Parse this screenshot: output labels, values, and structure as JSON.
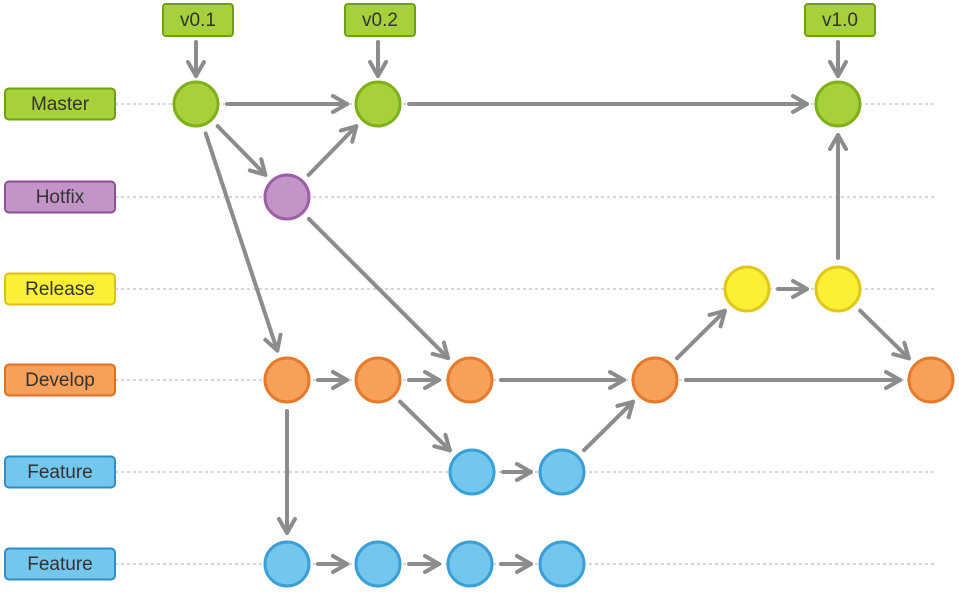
{
  "colors": {
    "master": {
      "fill": "#a6d13a",
      "stroke": "#7fb01a",
      "label_fill": "#a6d13a",
      "label_stroke": "#6fa010"
    },
    "hotfix": {
      "fill": "#c394c7",
      "stroke": "#9e5ea6",
      "label_fill": "#c394c7",
      "label_stroke": "#8e4e96"
    },
    "release": {
      "fill": "#fbf035",
      "stroke": "#e0c81a",
      "label_fill": "#fbf035",
      "label_stroke": "#d9c21a"
    },
    "develop": {
      "fill": "#f7a05a",
      "stroke": "#e57a2a",
      "label_fill": "#f7a05a",
      "label_stroke": "#e07020"
    },
    "feature": {
      "fill": "#73c6ec",
      "stroke": "#3a9fd6",
      "label_fill": "#73c6ec",
      "label_stroke": "#2e8ec8"
    },
    "arrow": "#8c8c8c",
    "lane": "#bdbdbd"
  },
  "branches": [
    {
      "id": "master",
      "label": "Master",
      "color": "master"
    },
    {
      "id": "hotfix",
      "label": "Hotfix",
      "color": "hotfix"
    },
    {
      "id": "release",
      "label": "Release",
      "color": "release"
    },
    {
      "id": "develop",
      "label": "Develop",
      "color": "develop"
    },
    {
      "id": "feature1",
      "label": "Feature",
      "color": "feature"
    },
    {
      "id": "feature2",
      "label": "Feature",
      "color": "feature"
    }
  ],
  "tags": [
    {
      "label": "v0.1",
      "commit": "m1"
    },
    {
      "label": "v0.2",
      "commit": "m2"
    },
    {
      "label": "v1.0",
      "commit": "m3"
    }
  ],
  "commits": [
    {
      "id": "m1",
      "branch": "master"
    },
    {
      "id": "m2",
      "branch": "master"
    },
    {
      "id": "m3",
      "branch": "master"
    },
    {
      "id": "h1",
      "branch": "hotfix"
    },
    {
      "id": "r1",
      "branch": "release"
    },
    {
      "id": "r2",
      "branch": "release"
    },
    {
      "id": "d1",
      "branch": "develop"
    },
    {
      "id": "d2",
      "branch": "develop"
    },
    {
      "id": "d3",
      "branch": "develop"
    },
    {
      "id": "d4",
      "branch": "develop"
    },
    {
      "id": "d5",
      "branch": "develop"
    },
    {
      "id": "fa1",
      "branch": "feature1"
    },
    {
      "id": "fa2",
      "branch": "feature1"
    },
    {
      "id": "fb1",
      "branch": "feature2"
    },
    {
      "id": "fb2",
      "branch": "feature2"
    },
    {
      "id": "fb3",
      "branch": "feature2"
    },
    {
      "id": "fb4",
      "branch": "feature2"
    }
  ],
  "edges": [
    [
      "m1",
      "m2"
    ],
    [
      "m2",
      "m3"
    ],
    [
      "m1",
      "h1"
    ],
    [
      "h1",
      "m2"
    ],
    [
      "m1",
      "d1"
    ],
    [
      "h1",
      "d3"
    ],
    [
      "d1",
      "d2"
    ],
    [
      "d2",
      "d3"
    ],
    [
      "d3",
      "d4"
    ],
    [
      "d4",
      "d5"
    ],
    [
      "d2",
      "fa1"
    ],
    [
      "fa1",
      "fa2"
    ],
    [
      "fa2",
      "d4"
    ],
    [
      "d1",
      "fb1"
    ],
    [
      "fb1",
      "fb2"
    ],
    [
      "fb2",
      "fb3"
    ],
    [
      "fb3",
      "fb4"
    ],
    [
      "d4",
      "r1"
    ],
    [
      "r1",
      "r2"
    ],
    [
      "r2",
      "m3"
    ],
    [
      "r2",
      "d5"
    ]
  ]
}
